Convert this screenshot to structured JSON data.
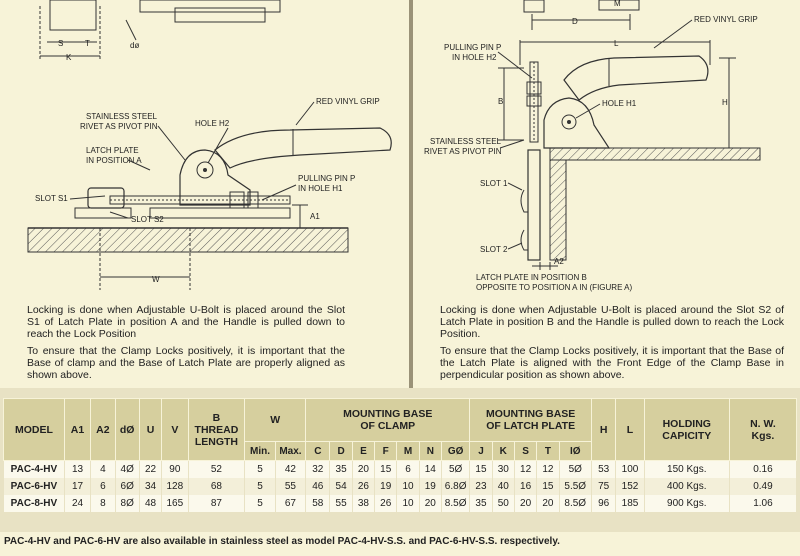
{
  "left_panel": {
    "labels": {
      "s": "S",
      "t": "T",
      "dphi": "dø",
      "k": "K",
      "stainless_rivet_1": "STAINLESS STEEL",
      "stainless_rivet_2": "RIVET AS PIVOT PIN",
      "hole_h2": "HOLE H2",
      "red_vinyl_grip": "RED VINYL GRIP",
      "latch_plate_1": "LATCH PLATE",
      "latch_plate_2": "IN POSITION A",
      "pulling_pin_1": "PULLING PIN P",
      "pulling_pin_2": "IN HOLE H1",
      "slot_s1": "SLOT S1",
      "slot_s2": "SLOT S2",
      "a1": "A1",
      "w": "W"
    },
    "para1": "Locking is done when Adjustable U-Bolt is placed around the Slot S1 of Latch Plate in position A and the Handle is pulled down to reach the Lock Position",
    "para2": "To ensure that the Clamp Locks positively, it is important that the Base of clamp and the Base of Latch Plate are properly aligned as shown above."
  },
  "right_panel": {
    "labels": {
      "m": "M",
      "d": "D",
      "red_vinyl_grip": "RED VINYL GRIP",
      "l": "L",
      "pulling_pin_1": "PULLING PIN P",
      "pulling_pin_2": "IN HOLE H2",
      "b": "B",
      "hole_h1": "HOLE H1",
      "h": "H",
      "stainless_rivet_1": "STAINLESS STEEL",
      "stainless_rivet_2": "RIVET AS PIVOT PIN",
      "slot_1": "SLOT 1",
      "slot_2": "SLOT 2",
      "a2": "A2",
      "latch_b_1": "LATCH PLATE IN POSITION B",
      "latch_b_2": "OPPOSITE TO POSITION A IN (FIGURE A)"
    },
    "para1": "Locking is done when Adjustable U-Bolt is placed around the Slot S2 of Latch Plate in position B and the Handle is pulled down to reach the Lock Position.",
    "para2": "To ensure that the Clamp Locks positively, it is important that the Base of the Latch Plate is aligned with the Front Edge of the Clamp Base in perpendicular position as shown above."
  },
  "table": {
    "headers": {
      "model": "MODEL",
      "a1": "A1",
      "a2": "A2",
      "dphi": "dØ",
      "u": "U",
      "v": "V",
      "b_thread_1": "B",
      "b_thread_2": "THREAD",
      "b_thread_3": "LENGTH",
      "w": "W",
      "mb_clamp_1": "MOUNTING BASE",
      "mb_clamp_2": "OF CLAMP",
      "mb_latch_1": "MOUNTING BASE",
      "mb_latch_2": "OF LATCH PLATE",
      "h": "H",
      "l": "L",
      "holding_1": "HOLDING",
      "holding_2": "CAPICITY",
      "nw_1": "N. W.",
      "nw_2": "Kgs."
    },
    "subheaders": [
      "Min.",
      "Max.",
      "C",
      "D",
      "E",
      "F",
      "M",
      "N",
      "GØ",
      "J",
      "K",
      "S",
      "T",
      "IØ"
    ],
    "rows": [
      [
        "PAC-4-HV",
        "13",
        "4",
        "4Ø",
        "22",
        "90",
        "52",
        "5",
        "42",
        "32",
        "35",
        "20",
        "15",
        "6",
        "14",
        "5Ø",
        "15",
        "30",
        "12",
        "12",
        "5Ø",
        "53",
        "100",
        "150 Kgs.",
        "0.16"
      ],
      [
        "PAC-6-HV",
        "17",
        "6",
        "6Ø",
        "34",
        "128",
        "68",
        "5",
        "55",
        "46",
        "54",
        "26",
        "19",
        "10",
        "19",
        "6.8Ø",
        "23",
        "40",
        "16",
        "15",
        "5.5Ø",
        "75",
        "152",
        "400 Kgs.",
        "0.49"
      ],
      [
        "PAC-8-HV",
        "24",
        "8",
        "8Ø",
        "48",
        "165",
        "87",
        "5",
        "67",
        "58",
        "55",
        "38",
        "26",
        "10",
        "20",
        "8.5Ø",
        "35",
        "50",
        "20",
        "20",
        "8.5Ø",
        "96",
        "185",
        "900 Kgs.",
        "1.06"
      ]
    ]
  },
  "footnote": "PAC-4-HV and PAC-6-HV are also available in stainless steel as model PAC-4-HV-S.S. and PAC-6-HV-S.S. respectively."
}
